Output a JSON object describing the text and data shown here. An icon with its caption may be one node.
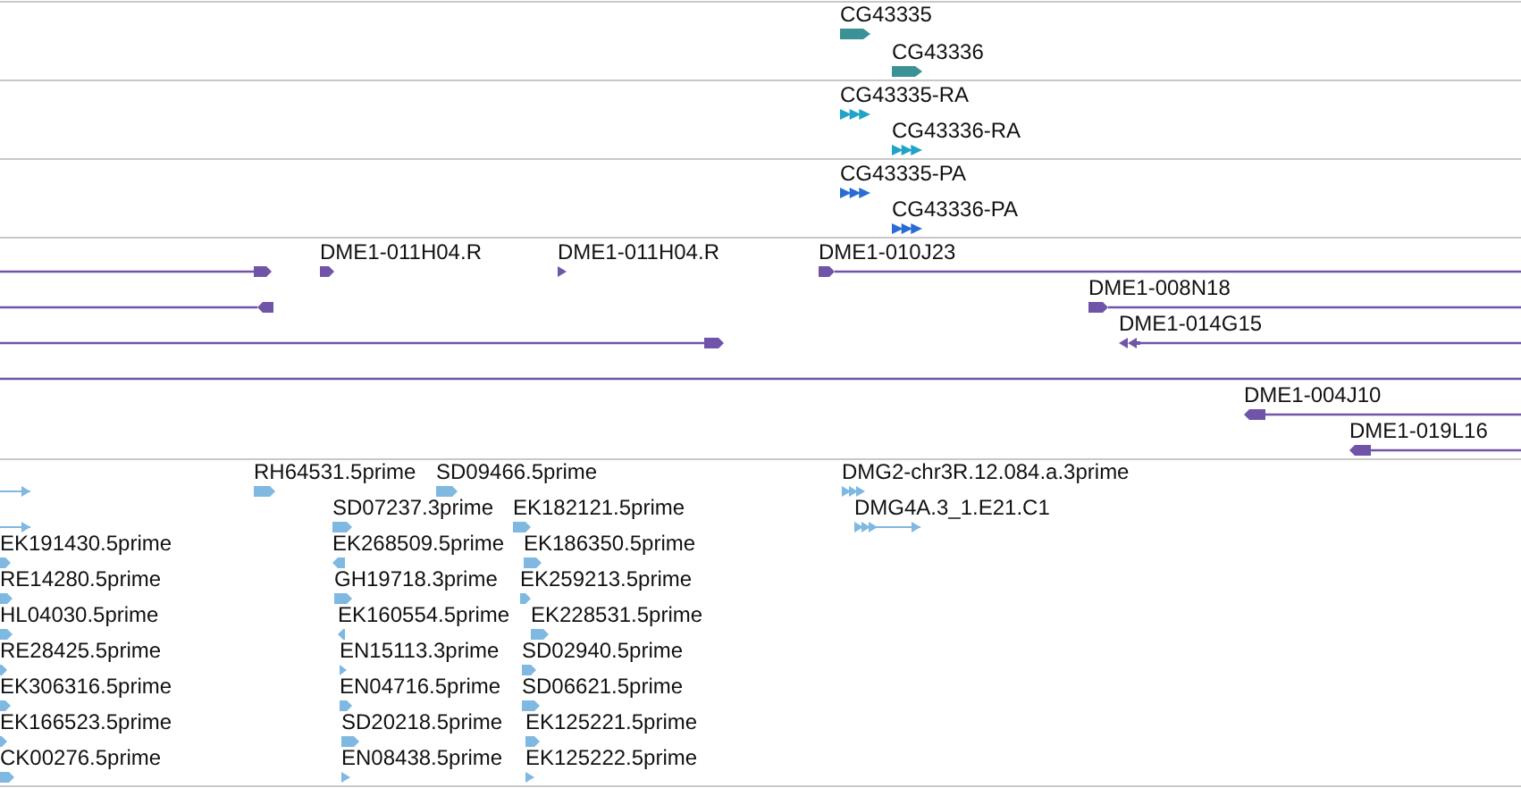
{
  "diagram": {
    "labels": [
      "CG43335",
      "CG43336",
      "CG43335-RA",
      "CG43336-RA",
      "CG43335-PA",
      "CG43336-PA",
      "DME1-011H04.R",
      "DME1-011H04.R",
      "DME1-010J23",
      "DME1-008N18",
      "DME1-014G15",
      "DME1-004J10",
      "DME1-019L16",
      "RH64531.5prime",
      "SD09466.5prime",
      "DMG2-chr3R.12.084.a.3prime",
      "SD07237.3prime",
      "EK182121.5prime",
      "DMG4A.3_1.E21.C1",
      "EK191430.5prime",
      "EK268509.5prime",
      "EK186350.5prime",
      "RE14280.5prime",
      "GH19718.3prime",
      "EK259213.5prime",
      "HL04030.5prime",
      "EK160554.5prime",
      "EK228531.5prime",
      "RE28425.5prime",
      "EN15113.3prime",
      "SD02940.5prime",
      "EK306316.5prime",
      "EN04716.5prime",
      "SD06621.5prime",
      "EK166523.5prime",
      "SD20218.5prime",
      "EK125221.5prime",
      "CK00276.5prime",
      "EN08438.5prime",
      "EK125222.5prime"
    ]
  }
}
